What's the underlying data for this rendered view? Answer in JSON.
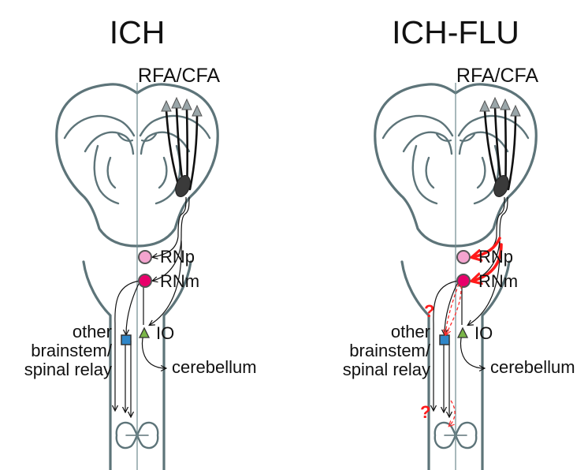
{
  "panels": [
    {
      "title": "ICH",
      "cortex_label": "RFA/CFA",
      "rnp_label": "RNp",
      "rnm_label": "RNm",
      "io_label": "IO",
      "relay_label_lines": [
        "other",
        "brainstem/",
        "spinal relay"
      ],
      "cerebellum_label": "cerebellum",
      "question_marks": []
    },
    {
      "title": "ICH-FLU",
      "cortex_label": "RFA/CFA",
      "rnp_label": "RNp",
      "rnm_label": "RNm",
      "io_label": "IO",
      "relay_label_lines": [
        "other",
        "brainstem/",
        "spinal relay"
      ],
      "cerebellum_label": "cerebellum",
      "question_marks": [
        "?",
        "?"
      ]
    }
  ],
  "colors": {
    "outline": "#5d7479",
    "rnp": "#f4a4cf",
    "rnm": "#e8006a",
    "relay": "#2f86c8",
    "io": "#7ab648",
    "neuron_triangle": "#9aa6a9",
    "striatum_oval": "#3a3a3a",
    "highlight": "#ff1a1a"
  },
  "icons": [
    "pyramidal-neuron-triangle",
    "red-nucleus-circle",
    "relay-square",
    "inferior-olive-triangle",
    "arrowhead"
  ]
}
